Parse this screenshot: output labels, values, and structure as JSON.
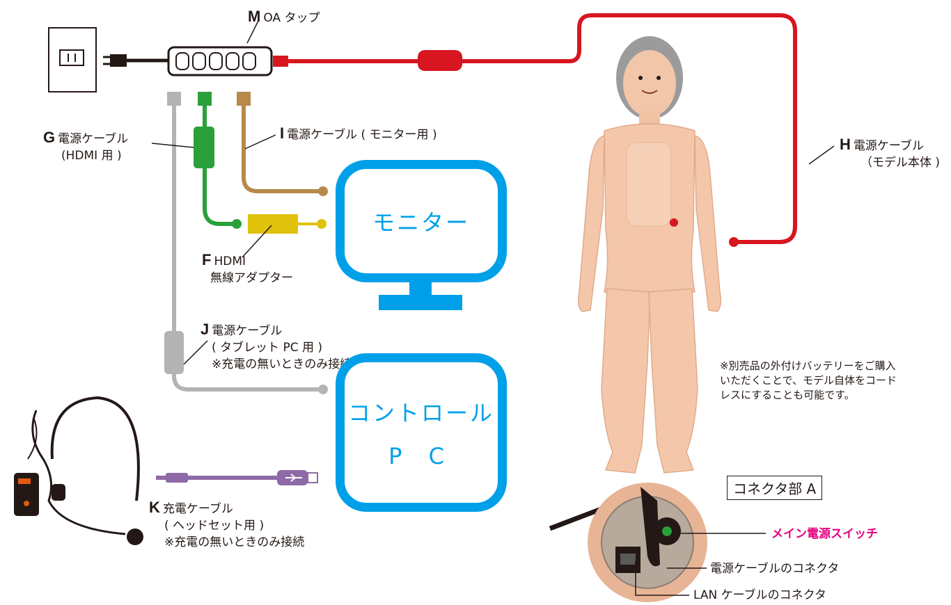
{
  "colors": {
    "red": "#d7161f",
    "green": "#2aa03a",
    "tan": "#b58a4a",
    "gray": "#b3b3b3",
    "blue": "#00a0e9",
    "purple": "#8e6aa6",
    "yellow": "#e1c20c",
    "magenta": "#e4007f"
  },
  "labels": {
    "m": {
      "letter": "M",
      "text": "OA タップ"
    },
    "g": {
      "letter": "G",
      "text": "電源ケーブル",
      "sub": "(HDMI 用 )"
    },
    "i": {
      "letter": "I",
      "text": "電源ケーブル ( モニター用 )"
    },
    "h": {
      "letter": "H",
      "text": "電源ケーブル",
      "sub": "（モデル本体 )"
    },
    "f": {
      "letter": "F",
      "text": "HDMI",
      "sub": "無線アダプター"
    },
    "j": {
      "letter": "J",
      "text": "電源ケーブル",
      "sub": "( タブレット PC 用 )",
      "sub2": "※充電の無いときのみ接続"
    },
    "k": {
      "letter": "K",
      "text": "充電ケーブル",
      "sub": "( ヘッドセット用 )",
      "sub2": "※充電の無いときのみ接続"
    }
  },
  "monitor": {
    "label": "モニター"
  },
  "control_pc": {
    "line1": "コントロール",
    "line2": "P C"
  },
  "battery_note": {
    "line1": "※別売品の外付けバッテリーをご購入",
    "line2": "いただくことで、モデル自体をコード",
    "line3": "レスにすることも可能です。"
  },
  "connector": {
    "title": "コネクタ部 A",
    "main_switch": "メイン電源スイッチ",
    "power_connector": "電源ケーブルのコネクタ",
    "lan_connector": "LAN ケーブルのコネクタ"
  }
}
